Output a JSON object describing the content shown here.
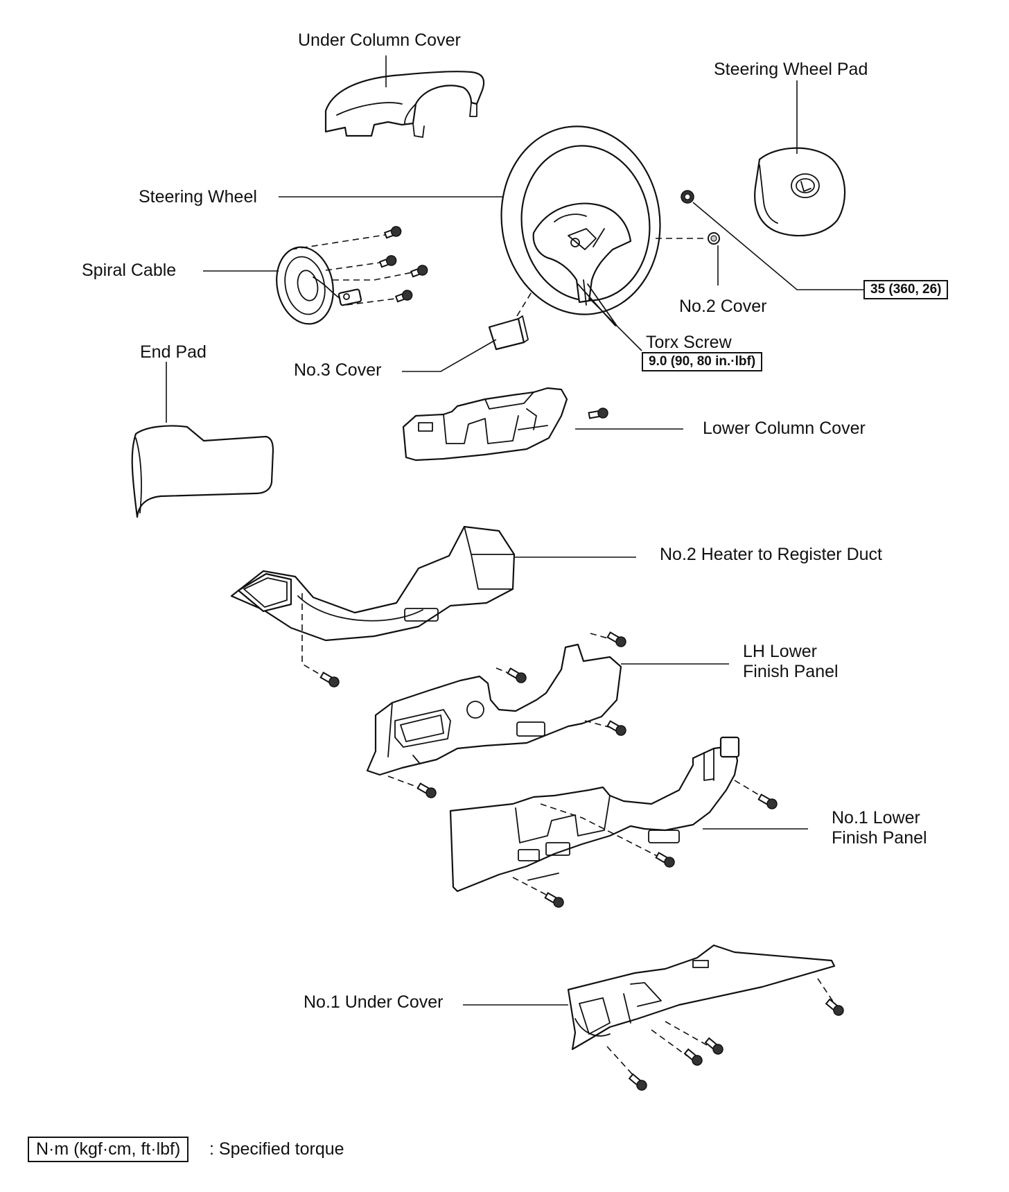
{
  "labels": {
    "under_column_cover": "Under Column Cover",
    "steering_wheel_pad": "Steering Wheel Pad",
    "steering_wheel": "Steering Wheel",
    "spiral_cable": "Spiral Cable",
    "no2_cover": "No.2 Cover",
    "torx_screw": "Torx Screw",
    "end_pad": "End Pad",
    "no3_cover": "No.3 Cover",
    "lower_column_cover": "Lower Column Cover",
    "no2_heater_duct": "No.2 Heater to Register Duct",
    "lh_lower_finish_panel_line1": "LH Lower",
    "lh_lower_finish_panel_line2": "Finish Panel",
    "no1_lower_finish_panel_line1": "No.1 Lower",
    "no1_lower_finish_panel_line2": "Finish Panel",
    "no1_under_cover": "No.1 Under Cover"
  },
  "torque_specs": {
    "nut": "35 (360, 26)",
    "torx_screw": "9.0 (90, 80 in.·lbf)"
  },
  "legend": {
    "unit_box": "N·m (kgf·cm, ft·lbf)",
    "description": ": Specified torque"
  }
}
